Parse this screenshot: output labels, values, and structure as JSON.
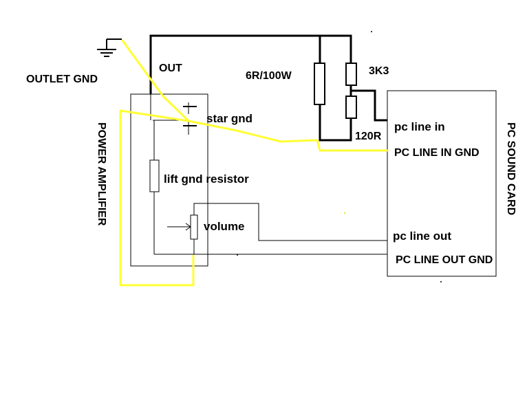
{
  "labels": {
    "outlet_gnd": "OUTLET GND",
    "out": "OUT",
    "power_resistor": "6R/100W",
    "resistor_3k3": "3K3",
    "resistor_120r": "120R",
    "star_gnd": "star gnd",
    "lift_gnd_resistor": "lift gnd resistor",
    "volume": "volume",
    "power_amplifier": "POWER AMPLIFIER",
    "pc_sound_card": "PC SOUND CARD",
    "pc_line_in": "pc line in",
    "pc_line_in_gnd": "PC LINE IN GND",
    "pc_line_out": "pc line out",
    "pc_line_out_gnd": "PC LINE OUT GND"
  },
  "colors": {
    "wire": "#000000",
    "ground_wire": "#ffff33",
    "background": "#ffffff"
  }
}
